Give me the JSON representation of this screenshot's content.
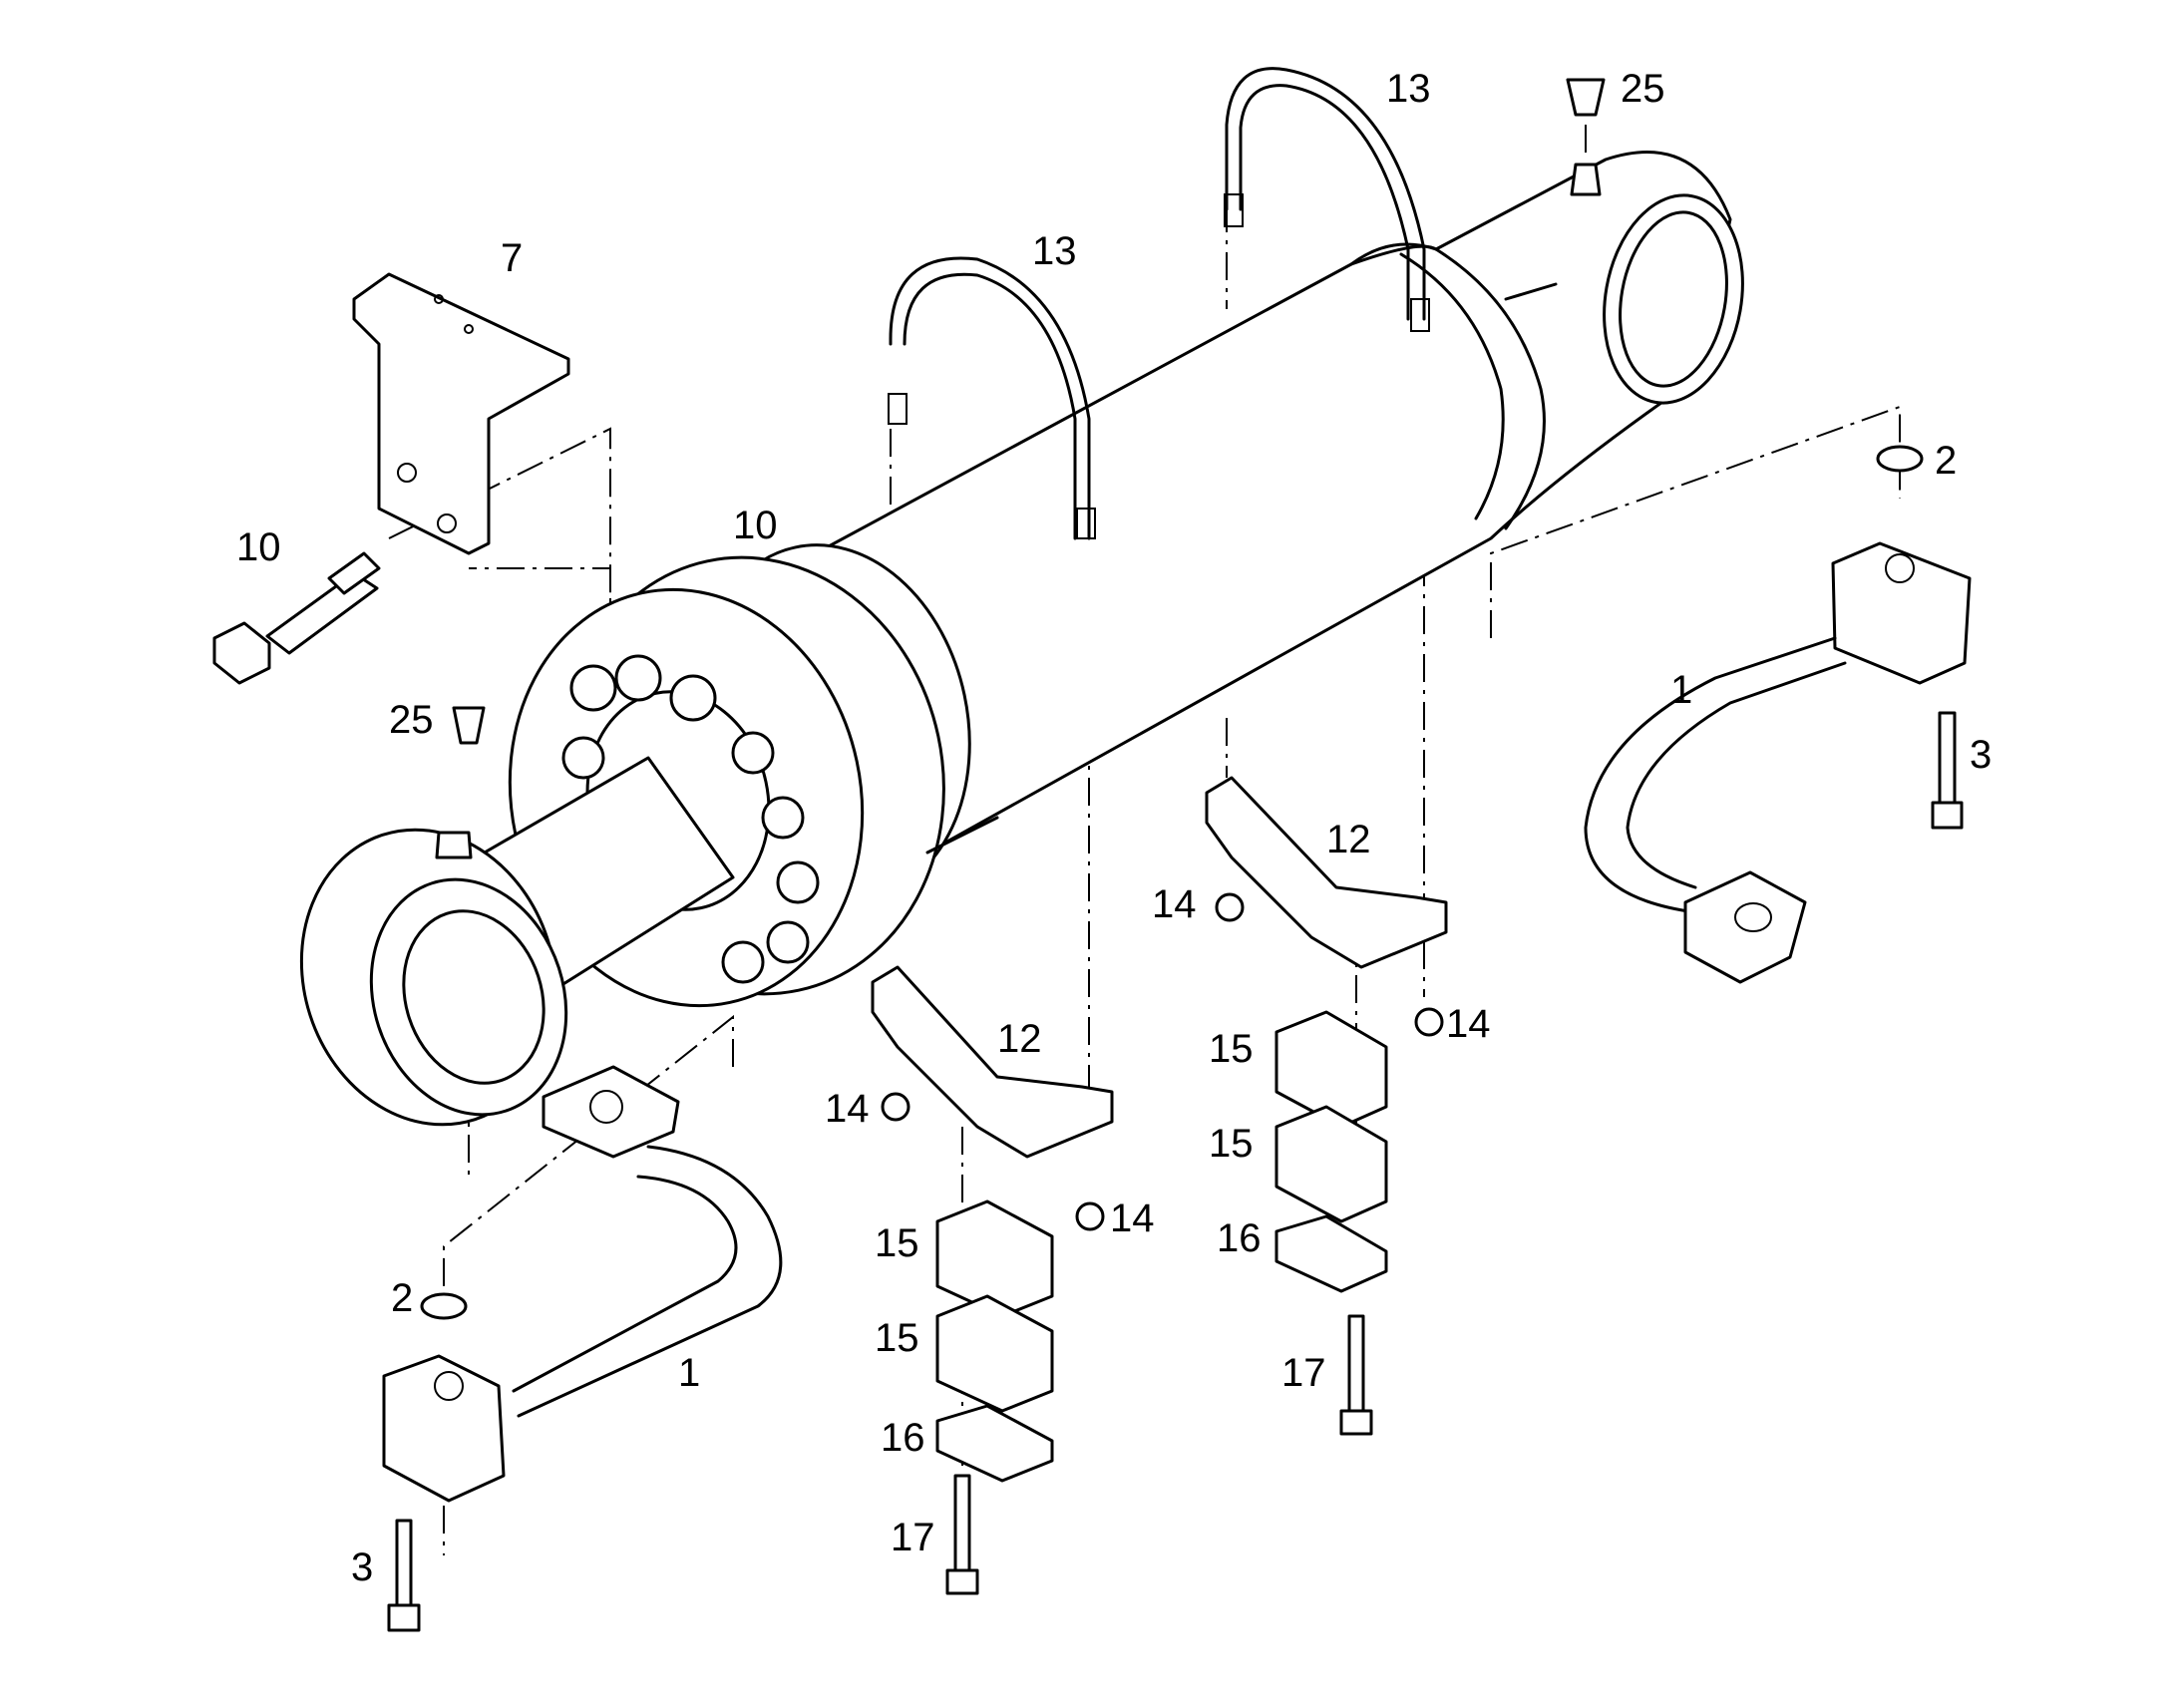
{
  "diagram": {
    "callouts": [
      {
        "id": "c1a",
        "text": "1"
      },
      {
        "id": "c1b",
        "text": "1"
      },
      {
        "id": "c2a",
        "text": "2"
      },
      {
        "id": "c2b",
        "text": "2"
      },
      {
        "id": "c3a",
        "text": "3"
      },
      {
        "id": "c3b",
        "text": "3"
      },
      {
        "id": "c7",
        "text": "7"
      },
      {
        "id": "c10a",
        "text": "10"
      },
      {
        "id": "c10b",
        "text": "10"
      },
      {
        "id": "c12a",
        "text": "12"
      },
      {
        "id": "c12b",
        "text": "12"
      },
      {
        "id": "c13a",
        "text": "13"
      },
      {
        "id": "c13b",
        "text": "13"
      },
      {
        "id": "c14a",
        "text": "14"
      },
      {
        "id": "c14b",
        "text": "14"
      },
      {
        "id": "c14c",
        "text": "14"
      },
      {
        "id": "c14d",
        "text": "14"
      },
      {
        "id": "c15a",
        "text": "15"
      },
      {
        "id": "c15b",
        "text": "15"
      },
      {
        "id": "c15c",
        "text": "15"
      },
      {
        "id": "c15d",
        "text": "15"
      },
      {
        "id": "c16a",
        "text": "16"
      },
      {
        "id": "c16b",
        "text": "16"
      },
      {
        "id": "c17a",
        "text": "17"
      },
      {
        "id": "c17b",
        "text": "17"
      },
      {
        "id": "c25a",
        "text": "25"
      },
      {
        "id": "c25b",
        "text": "25"
      }
    ]
  }
}
